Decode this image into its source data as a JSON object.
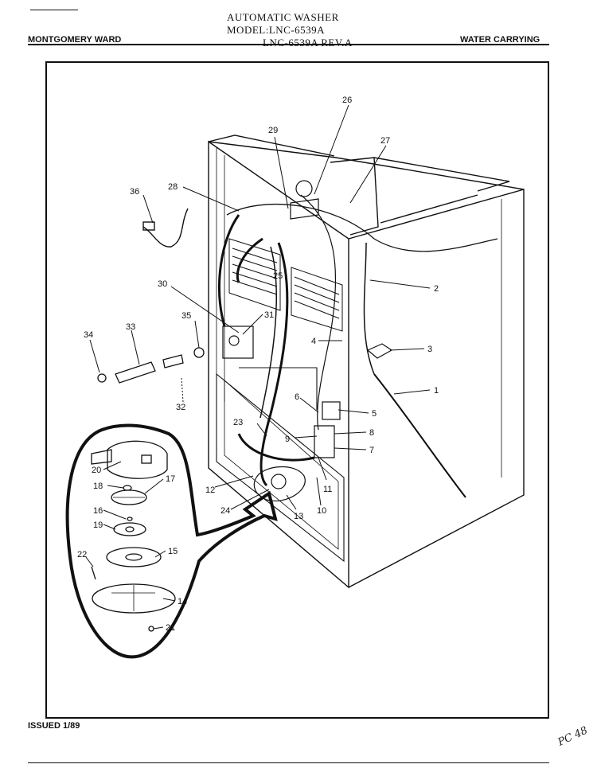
{
  "header": {
    "line1": "AUTOMATIC WASHER",
    "line2": "MODEL:LNC-6539A",
    "line3": "LNC-6539A REV.A",
    "brand": "MONTGOMERY WARD",
    "section": "WATER CARRYING"
  },
  "footer": {
    "issued": "ISSUED 1/89"
  },
  "handwriting": "PC 48",
  "callouts": [
    "1",
    "2",
    "3",
    "4",
    "5",
    "6",
    "7",
    "8",
    "9",
    "10",
    "11",
    "12",
    "13",
    "14",
    "15",
    "16",
    "17",
    "18",
    "19",
    "20",
    "21",
    "22",
    "23",
    "24",
    "25",
    "26",
    "27",
    "28",
    "29",
    "30",
    "31",
    "32",
    "33",
    "34",
    "35",
    "36"
  ]
}
